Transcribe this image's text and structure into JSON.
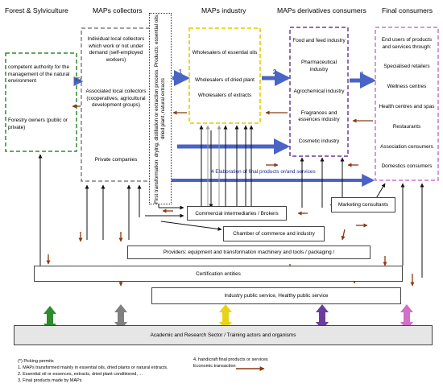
{
  "headers": {
    "forest": "Forest & Sylviculture",
    "collectors": "MAPs collectors",
    "industry": "MAPs industry",
    "derivatives": "MAPs derivatives consumers",
    "final": "Final consumers"
  },
  "forest_box": {
    "authority": "competent authority for the management of the natural environment",
    "owners": "Forestry owners (public or private)",
    "permit_mark": "(*)"
  },
  "collectors_box": {
    "individual": "Individual local collectors which work or not under demand (self-employed workers)",
    "associated": "Associated local collectors (cooperatives, agricultural development groups)",
    "private": "Private companies"
  },
  "first_transformation": "First transformation: drying, distillation or extraction process. Products: essential oils, dried plant, natural extracts",
  "industry_box": {
    "oils": "Wholesalers of essential oils",
    "dried": "Wholesalers of dried plant",
    "extracts": "Wholesalers of extracts"
  },
  "derivatives_box": {
    "items": [
      "Food and feed industry",
      "Pharmaceutical industry",
      "Agrochemical industry",
      "Fragrances and essences industry",
      "Cosmetic industry"
    ]
  },
  "final_box": {
    "intro": "End users of products and services through:",
    "items": [
      "Specialised retailers",
      "Wellness centres",
      "Health centres and spas",
      "Restaurants",
      "Association consumers",
      "Domestics consumers"
    ]
  },
  "flows": {
    "n1": "1",
    "n2": "2",
    "n3": "3",
    "elaboration": "4  Elaboration of final products or/and services"
  },
  "support": {
    "intermediaries": "Commercial intermediaries / Brokers",
    "chamber": "Chamber of commerce and industry",
    "marketing": "Marketing consultants",
    "providers": "Providers: equipment and transformation machinery and tools / packaging /",
    "certification": "Certification entities",
    "public_service": "Industry public service, Healthy public service",
    "academic": "Academic and Research Sector  /  Training actors and organisms"
  },
  "legend": {
    "l1": "(*) Picking permits",
    "l2": "1. MAPs transformed mainly in essential oils, dried plants or natural extracts.",
    "l3": "2. Essential oil or essences, extracts, dried plant conditioned, ...",
    "l4": "3. Final products made by MAPs",
    "l5": "4. handicraft final products or services",
    "l6": "Economic transaction"
  },
  "colors": {
    "forest": "#2e8b2e",
    "collectors": "#808080",
    "industry": "#e8d21a",
    "derivatives": "#6a3d9a",
    "final": "#d070c8",
    "flow_blue": "#4a63c4",
    "economic": "#8b3a0f",
    "academic_fill": "#e6e6e6"
  }
}
